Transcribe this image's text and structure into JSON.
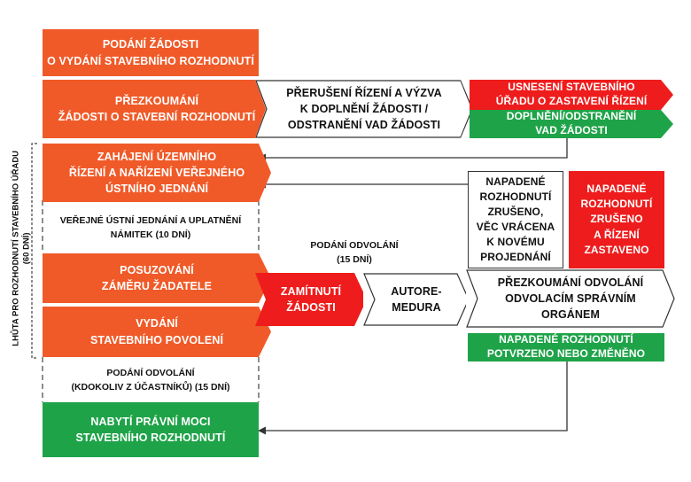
{
  "main_flow": {
    "step1": "PODÁNÍ ŽÁDOSTI\nO VYDÁNÍ STAVEBNÍHO ROZHODNUTÍ",
    "step2": "PŘEZKOUMÁNÍ\nŽÁDOSTI O STAVEBNÍ ROZHODNUTÍ",
    "step3": "ZAHÁJENÍ ÚZEMNÍHO\nŘÍZENÍ A NAŘÍZENÍ VEŘEJNÉHO\nÚSTNÍHO JEDNÁNÍ",
    "note1": "VEŘEJNÉ ÚSTNÍ JEDNÁNÍ A UPLATNĚNÍ\nNÁMITEK (10 DNÍ)",
    "step4": "POSUZOVÁNÍ\nZÁMĚRU ŽADATELE",
    "step5": "VYDÁNÍ\nSTAVEBNÍHO POVOLENÍ",
    "note2": "PODÁNÍ ODVOLÁNÍ\n(KDOKOLIV Z ÚČASTNÍKŮ) (15 DNÍ)",
    "step6": "NABYTÍ PRÁVNÍ MOCI\nSTAVEBNÍHO ROZHODNUTÍ",
    "side_label": "LHŮTA PRO ROZHODNUTÍ STAVEBNÍHO ÚŘADU\n(60 DNÍ)"
  },
  "interruption": {
    "box": "PŘERUŠENÍ ŘÍZENÍ A VÝZVA\nK DOPLNĚNÍ ŽÁDOSTI /\nODSTRANĚNÍ VAD ŽÁDOSTI",
    "red": "USNESENÍ STAVEBNÍHO\nÚŘADU O ZASTAVENÍ ŘÍZENÍ",
    "green": "DOPLNĚNÍ/ODSTRANĚNÍ\nVAD ŽÁDOSTI"
  },
  "appeal": {
    "label": "PODÁNÍ ODVOLÁNÍ\n(15 DNÍ)",
    "rejected": "ZAMÍTNUTÍ\nŽÁDOSTI",
    "autoremedura": "AUTORE-\nMEDURA",
    "review": "PŘEZKOUMÁNÍ ODVOLÁNÍ\nODVOLACÍM SPRÁVNÍM\nORGÁNEM",
    "confirmed": "NAPADENÉ ROZHODNUTÍ\nPOTVRZENO NEBO ZMĚNĚNO",
    "cancelled_return": "NAPADENÉ\nROZHODNUTÍ\nZRUŠENO,\nVĚC VRÁCENA\nK NOVÉMU\nPROJEDNÁNÍ",
    "cancelled_stop": "NAPADENÉ\nROZHODNUTÍ\nZRUŠENO\nA ŘÍZENÍ\nZASTAVENO"
  },
  "colors": {
    "orange": "#f05a28",
    "red": "#ee1c1c",
    "green": "#1fa349",
    "line": "#333333"
  }
}
